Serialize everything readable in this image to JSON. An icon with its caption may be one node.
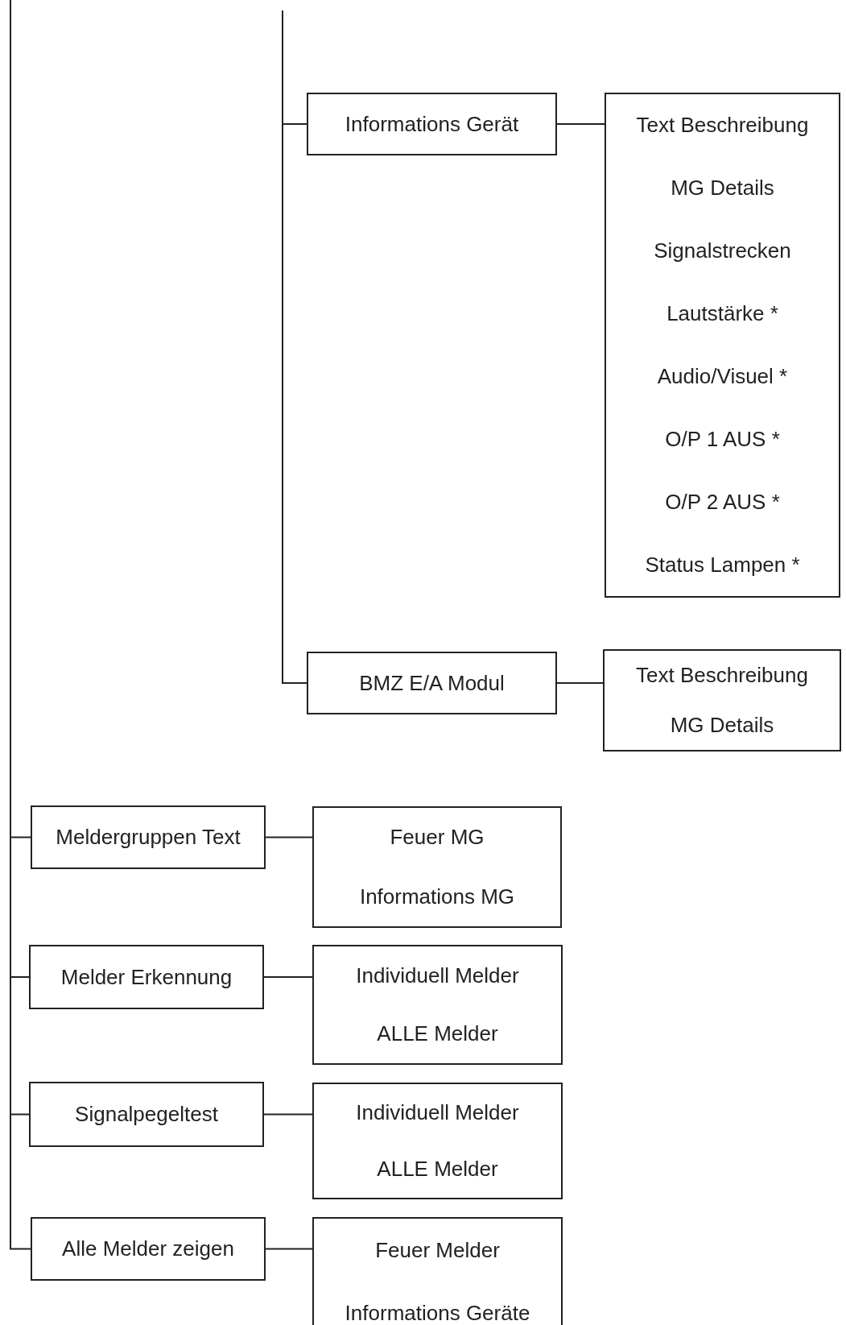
{
  "diagram": {
    "nodes": [
      {
        "text": [
          "Informations Gerät"
        ]
      },
      {
        "text": [
          "Text Beschreibung",
          "MG Details",
          "Signalstrecken",
          "Lautstärke *",
          "Audio/Visuel *",
          "O/P 1 AUS *",
          "O/P 2 AUS *",
          "Status Lampen *"
        ]
      },
      {
        "text": [
          "BMZ E/A Modul"
        ]
      },
      {
        "text": [
          "Text Beschreibung",
          "MG Details"
        ]
      },
      {
        "text": [
          "Meldergruppen Text"
        ]
      },
      {
        "text": [
          "Feuer MG",
          "Informations MG"
        ]
      },
      {
        "text": [
          "Melder Erkennung"
        ]
      },
      {
        "text": [
          "Individuell Melder",
          "ALLE Melder"
        ]
      },
      {
        "text": [
          "Signalpegeltest"
        ]
      },
      {
        "text": [
          "Individuell Melder",
          "ALLE Melder"
        ]
      },
      {
        "text": [
          "Alle Melder zeigen"
        ]
      },
      {
        "text": [
          "Feuer Melder",
          "Informations Geräte"
        ]
      }
    ],
    "edges": [
      {
        "from": null,
        "to": 0,
        "arrow": "none"
      },
      {
        "from": null,
        "to": 2,
        "arrow": "none"
      },
      {
        "from": 0,
        "to": 1,
        "arrow": "none"
      },
      {
        "from": 2,
        "to": 3,
        "arrow": "none"
      },
      {
        "from": null,
        "to": 4,
        "arrow": "none"
      },
      {
        "from": null,
        "to": 6,
        "arrow": "none"
      },
      {
        "from": null,
        "to": 8,
        "arrow": "none"
      },
      {
        "from": null,
        "to": 10,
        "arrow": "none"
      },
      {
        "from": 4,
        "to": 5,
        "arrow": "none"
      },
      {
        "from": 6,
        "to": 7,
        "arrow": "none"
      },
      {
        "from": 8,
        "to": 9,
        "arrow": "none"
      },
      {
        "from": 10,
        "to": 11,
        "arrow": "none"
      }
    ]
  }
}
